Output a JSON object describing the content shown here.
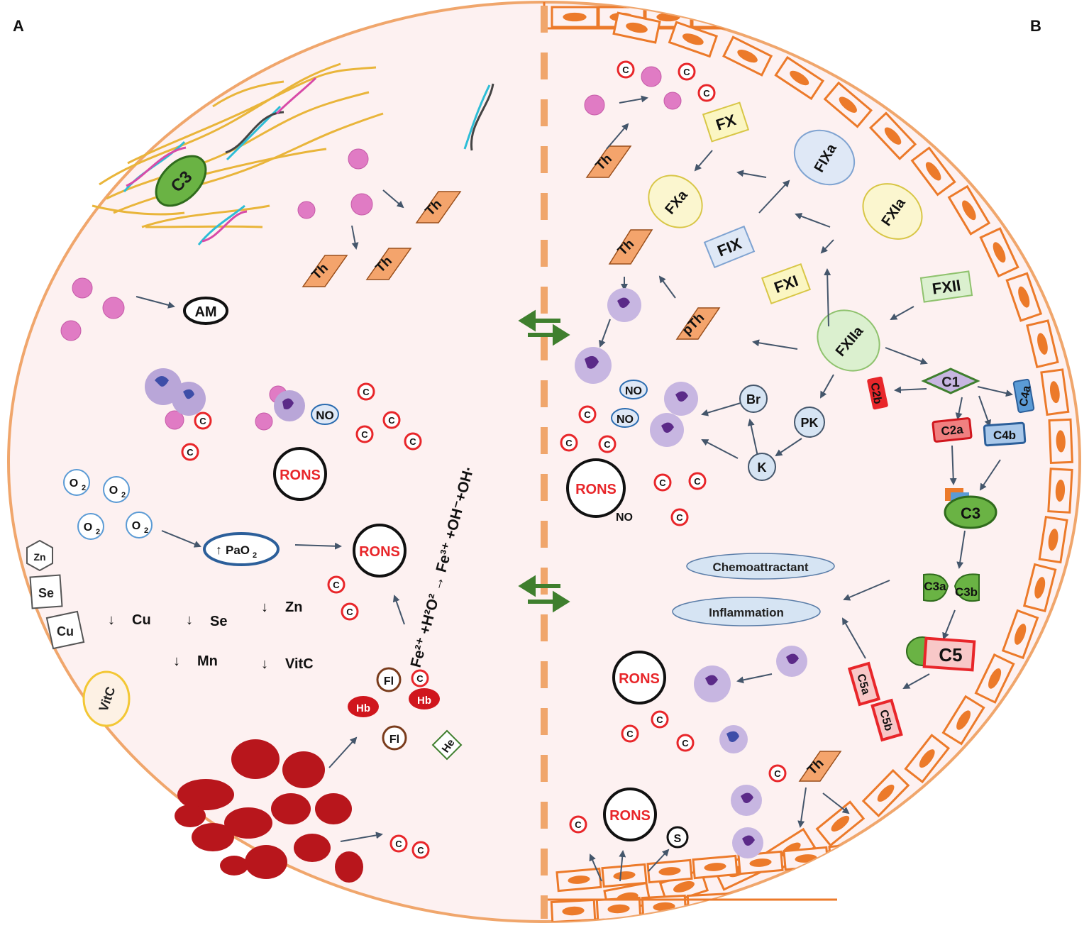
{
  "panels": {
    "left": "A",
    "right": "B"
  },
  "colors": {
    "circle_border": "#f0a66c",
    "fill": "#fdf1f1",
    "cell": "#ec7a2a",
    "arrow": "#44566b",
    "rons": "#e8262a",
    "exchange": "#3f7f2e"
  },
  "left": {
    "c3": "C3",
    "th": [
      "Th",
      "Th",
      "Th"
    ],
    "am": "AM",
    "no": "NO",
    "rons": [
      "RONS",
      "RONS"
    ],
    "o2": [
      "O",
      "O",
      "O",
      "O"
    ],
    "o2_sub": "2",
    "pao2": "PaO",
    "pao2_sub": "2",
    "elements": [
      "Zn",
      "Se",
      "Cu"
    ],
    "deficits": [
      "Cu",
      "Se",
      "Zn",
      "Mn",
      "VitC"
    ],
    "vitc": "VitC",
    "fe_reaction": "Fe²⁺ +H²O² → Fe³⁺ +OH⁻+OH·",
    "fl": [
      "Fl",
      "Fl"
    ],
    "hb": [
      "Hb",
      "Hb"
    ],
    "he": "He",
    "c_mark": "C"
  },
  "right": {
    "th": [
      "Th",
      "Th",
      "Th"
    ],
    "pth": "pTh",
    "factors": {
      "fx": "FX",
      "fxa": "FXa",
      "fixa": "FIXa",
      "fix": "FIX",
      "fxia": "FXIa",
      "fxi": "FXI",
      "fxii": "FXII",
      "fxiia": "FXIIa"
    },
    "complement": {
      "c1": "C1",
      "c2b": "C2b",
      "c2a": "C2a",
      "c4a": "C4a",
      "c4b": "C4b",
      "c3": "C3",
      "c3a": "C3a",
      "c3b": "C3b",
      "c5": "C5",
      "c5a": "C5a",
      "c5b": "C5b"
    },
    "kinins": {
      "br": "Br",
      "pk": "PK",
      "k": "K"
    },
    "no": [
      "NO",
      "NO",
      "NO"
    ],
    "rons": [
      "RONS",
      "RONS",
      "RONS"
    ],
    "chemoattractant": "Chemoattractant",
    "inflammation": "Inflammation",
    "s": "S",
    "c_mark": "C"
  }
}
